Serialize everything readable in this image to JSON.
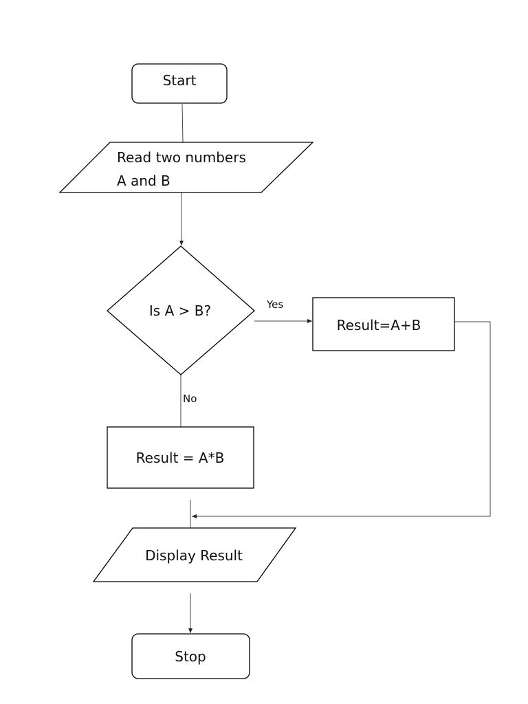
{
  "diagram": {
    "nodes": {
      "start": {
        "text": "Start",
        "shape": "rounded-rectangle"
      },
      "read_input": {
        "line1": "Read two numbers",
        "line2": "A and B",
        "shape": "parallelogram"
      },
      "decision": {
        "text": "Is A > B?",
        "shape": "diamond"
      },
      "result_add": {
        "text": "Result=A+B",
        "shape": "rectangle"
      },
      "result_multiply": {
        "text": "Result = A*B",
        "shape": "rectangle"
      },
      "display": {
        "text": "Display Result",
        "shape": "parallelogram"
      },
      "stop": {
        "text": "Stop",
        "shape": "rounded-rectangle"
      }
    },
    "edges": {
      "yes_label": "Yes",
      "no_label": "No"
    },
    "colors": {
      "stroke": "#000000",
      "connector": "#444444",
      "fill": "#ffffff"
    }
  }
}
